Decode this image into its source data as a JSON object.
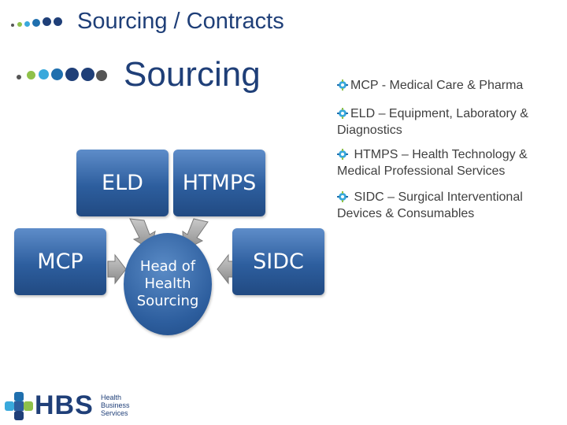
{
  "header": {
    "title": "Sourcing / Contracts",
    "subtitle": "Sourcing"
  },
  "diagram": {
    "boxes": [
      {
        "key": "eld",
        "label": "ELD"
      },
      {
        "key": "htmps",
        "label": "HTMPS"
      },
      {
        "key": "mcp",
        "label": "MCP"
      },
      {
        "key": "sidc",
        "label": "SIDC"
      }
    ],
    "hub": {
      "lines": [
        "Head of",
        "Health",
        "Sourcing"
      ]
    }
  },
  "bullets": [
    {
      "icon": "gear-icon",
      "text": "MCP - Medical Care & Pharma"
    },
    {
      "icon": "gear-icon",
      "text": "ELD – Equipment, Laboratory & Diagnostics"
    },
    {
      "icon": "gear-icon",
      "text": " HTMPS – Health Technology & Medical Professional Services"
    },
    {
      "icon": "gear-icon",
      "text": " SIDC – Surgical Interventional Devices & Consumables"
    }
  ],
  "logo": {
    "name": "HBS",
    "tagline": [
      "Health",
      "Business",
      "Services"
    ]
  },
  "colors": {
    "title": "#1f3f78",
    "box": "#2d5e9e",
    "bullet_text": "#404040",
    "dot_palette": [
      "#8fc14a",
      "#39a9dc",
      "#1f6fae",
      "#1f3f78",
      "#555555"
    ]
  }
}
